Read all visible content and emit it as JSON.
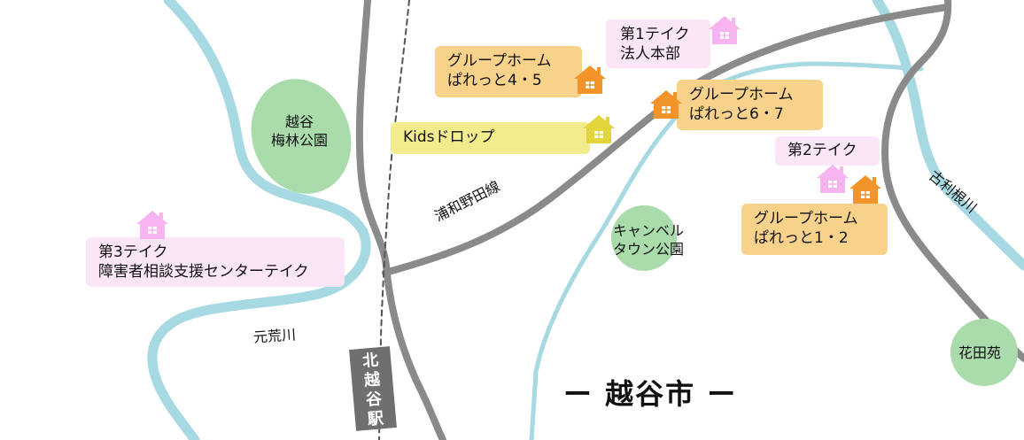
{
  "colors": {
    "river": "#a6d9e2",
    "road": "#8a8a8a",
    "railway": "#555555",
    "park": "#a9dbab",
    "group_home": "#f8d28a",
    "teiku": "#fbe6f7",
    "kids": "#f3ec8c",
    "house_orange": "#f3942b",
    "house_pink": "#f7b4f0",
    "house_yellow": "#e3d43b"
  },
  "facilities": {
    "group_home_45": {
      "line1": "グループホーム",
      "line2": "ぱれっと4・5",
      "icon": "house-icon"
    },
    "teiku1": {
      "line1": "第1テイク",
      "line2": "法人本部",
      "icon": "house-icon"
    },
    "group_home_67": {
      "line1": "グループホーム",
      "line2": "ぱれっと6・7",
      "icon": "house-icon"
    },
    "kids_drop": {
      "line1": "Kidsドロップ",
      "icon": "house-icon"
    },
    "teiku2": {
      "line1": "第2テイク",
      "icon": "house-icon"
    },
    "group_home_12": {
      "line1": "グループホーム",
      "line2": "ぱれっと1・2",
      "icon": "house-icon"
    },
    "teiku3": {
      "line1": "第3テイク",
      "line2": "障害者相談支援センターテイク",
      "icon": "house-icon"
    }
  },
  "parks": {
    "koshigaya_bairin": {
      "line1": "越谷",
      "line2": "梅林公園"
    },
    "campbell_town": {
      "line1": "キャンベル",
      "line2": "タウン公園"
    },
    "kadenen": {
      "line1": "花田苑"
    }
  },
  "labels": {
    "urawa_line": "浦和野田線",
    "tone_river": "古利根川",
    "moto_ara_river": "元荒川",
    "station": "北越谷駅",
    "city": "ー 越谷市 ー"
  }
}
